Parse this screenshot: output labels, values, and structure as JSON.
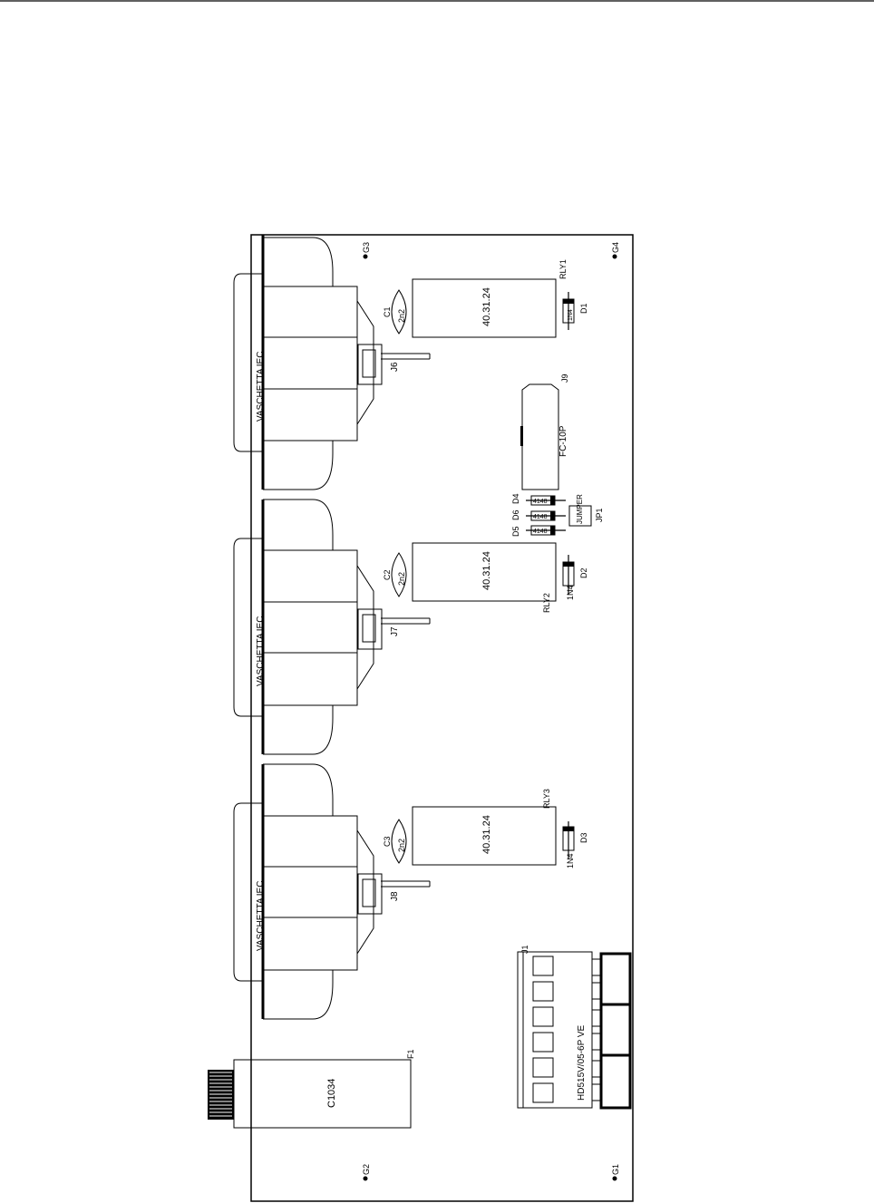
{
  "board": {
    "connector_label": "VASCHETTA IEC",
    "relay_part": "40.31.24",
    "capacitor_value": "2n2",
    "signal_diode_part": "4148",
    "power_diode_part": "1N4",
    "power_diode_marking": "1N4",
    "header_part": "FC-10P",
    "header_ref": "J9",
    "jumper_label": "JUMPER",
    "jumper_ref": "JP1",
    "terminal_part": "HD515V/05-6P VE",
    "terminal_ref": "J1",
    "fuse_part": "C1034",
    "fuse_ref": "F1"
  },
  "sections": [
    {
      "connector_ref": "J6",
      "relay_ref": "RLY1",
      "cap_ref": "C1",
      "diode_ref": "D1"
    },
    {
      "connector_ref": "J7",
      "relay_ref": "RLY2",
      "cap_ref": "C2",
      "diode_ref": "D2"
    },
    {
      "connector_ref": "J8",
      "relay_ref": "RLY3",
      "cap_ref": "C3",
      "diode_ref": "D3"
    }
  ],
  "signal_diodes": [
    "D4",
    "D6",
    "D5"
  ],
  "mounting_holes": [
    "G3",
    "G4",
    "G2",
    "G1"
  ]
}
